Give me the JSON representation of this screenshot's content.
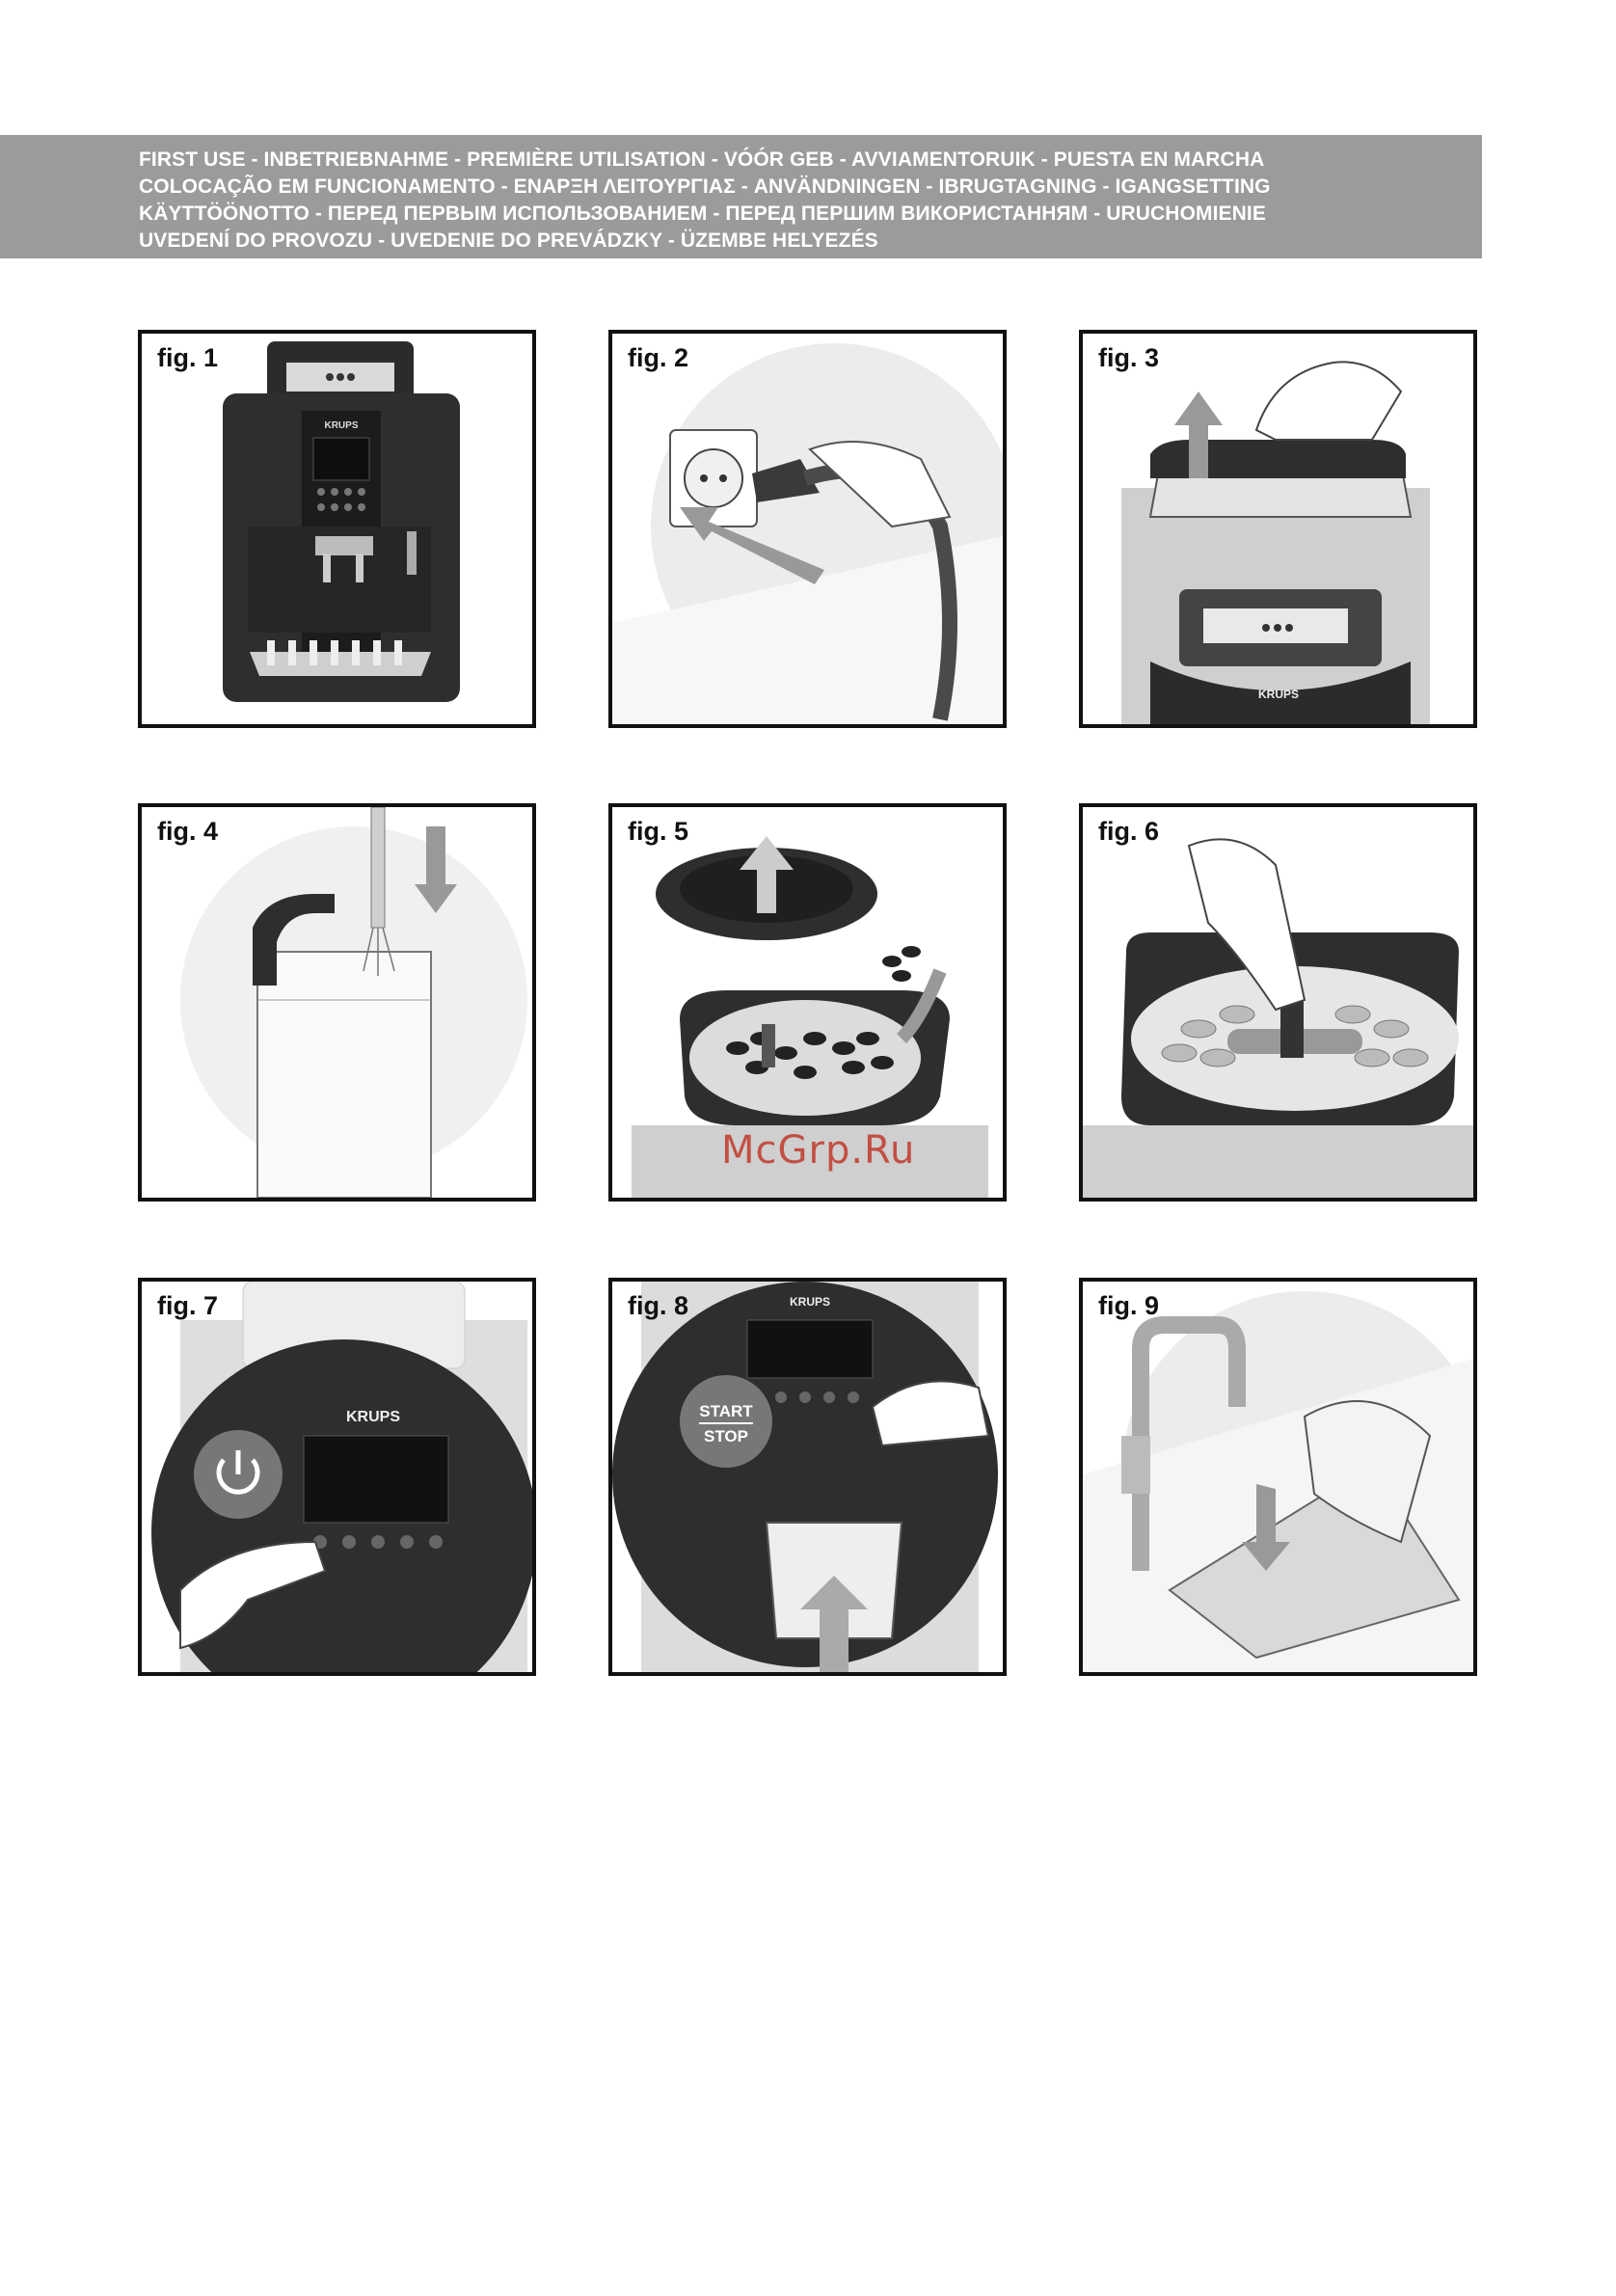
{
  "header": {
    "lines": [
      "FIRST USE - INBETRIEBNAHME - PREMIÈRE UTILISATION - VÓÓR GEB - AVVIAMENTORUIK - PUESTA EN MARCHA",
      "COLOCAÇÃO EM FUNCIONAMENTO - ΕΝΑΡΞΗ ΛΕΙΤΟΥΡΓΙΑΣ - ANVÄNDNINGEN - IBRUGTAGNING - IGANGSETTING",
      "KÄYTTÖÖNOTTO - ПЕРЕД ПЕРВЫМ ИСПОЛЬЗОВАНИЕМ - ПЕРЕД ПЕРШИМ ВИКОРИСТАННЯМ - URUCHOMIENIE",
      "UVEDENÍ DO PROVOZU - UVEDENIE DO PREVÁDZKY - ÜZEMBE HELYEZÉS"
    ]
  },
  "figures": [
    {
      "label": "fig. 1"
    },
    {
      "label": "fig. 2"
    },
    {
      "label": "fig. 3"
    },
    {
      "label": "fig. 4"
    },
    {
      "label": "fig. 5"
    },
    {
      "label": "fig. 6"
    },
    {
      "label": "fig. 7"
    },
    {
      "label": "fig. 8"
    },
    {
      "label": "fig. 9"
    }
  ],
  "brand": "KRUPS",
  "fig8": {
    "start_label": "START",
    "stop_label": "STOP"
  },
  "watermark": "McGrp.Ru"
}
